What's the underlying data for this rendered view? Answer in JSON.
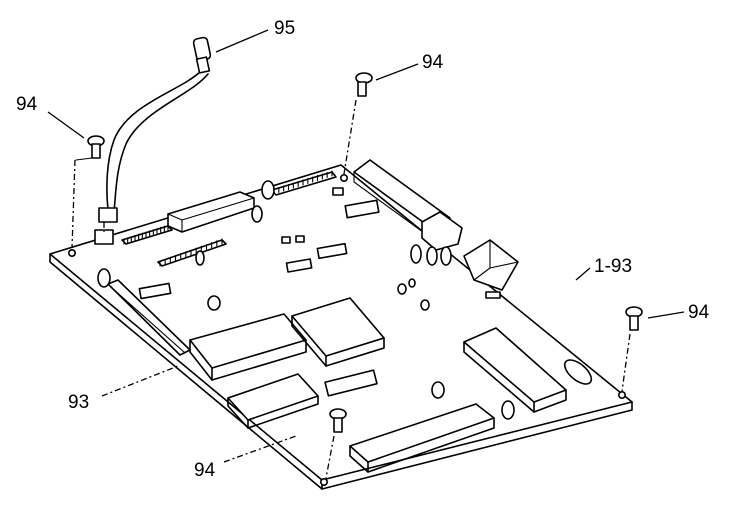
{
  "diagram": {
    "callouts": {
      "wire_harness": "95",
      "screw_top_left": "94",
      "screw_top_center": "94",
      "screw_right": "94",
      "screw_bottom": "94",
      "board_edge": "93",
      "board_assembly": "1-93"
    }
  }
}
